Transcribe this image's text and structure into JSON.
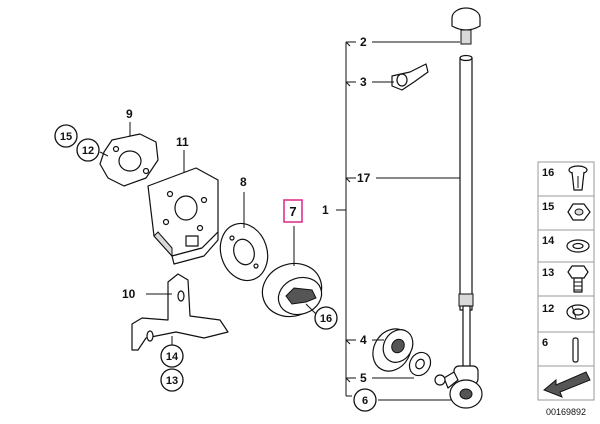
{
  "labels": {
    "n1": "1",
    "n2": "2",
    "n3": "3",
    "n4": "4",
    "n5": "5",
    "n6": "6",
    "n7": "7",
    "n8": "8",
    "n9": "9",
    "n10": "10",
    "n11": "11",
    "n12": "12",
    "n13": "13",
    "n14": "14",
    "n15": "15",
    "n16": "16",
    "n17": "17"
  },
  "legend": {
    "items": [
      "16",
      "15",
      "14",
      "13",
      "12",
      "6"
    ]
  },
  "diagram_code": "00169892",
  "colors": {
    "highlight": "#e0338a",
    "line": "#111111"
  }
}
